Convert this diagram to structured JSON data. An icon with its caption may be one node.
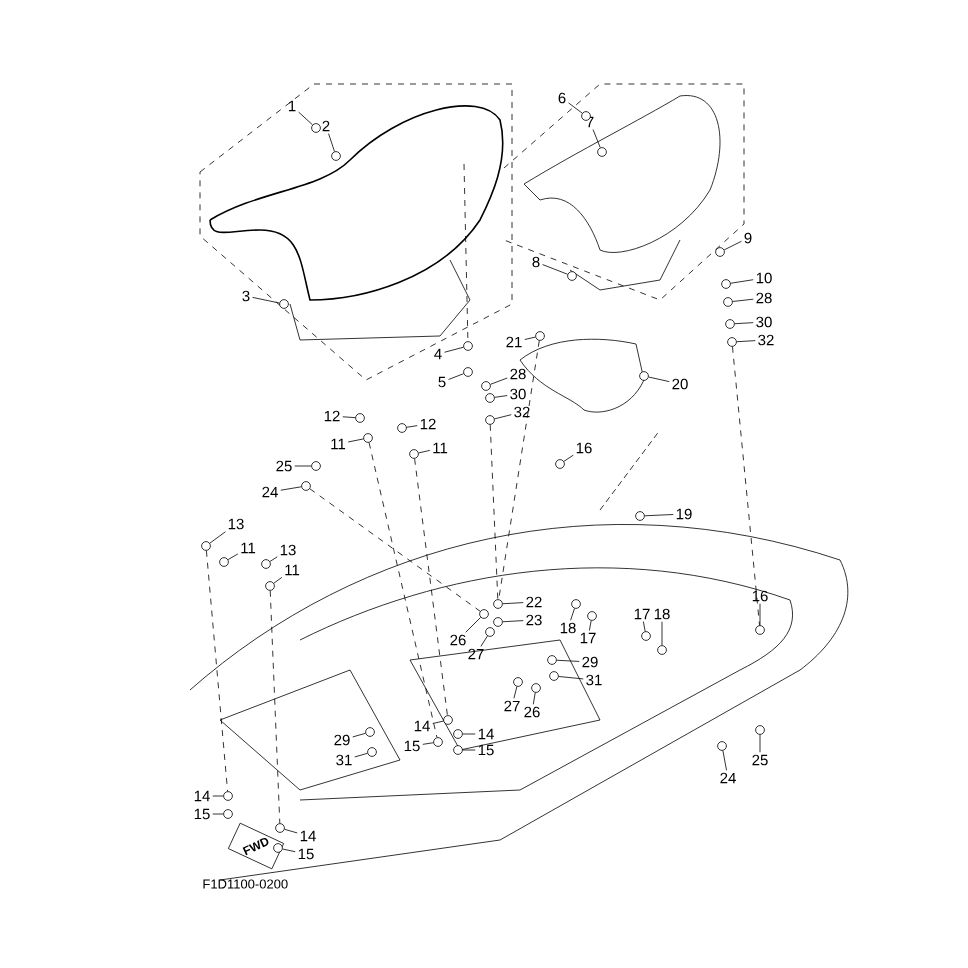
{
  "diagram": {
    "nodes": [
      {
        "text": [
          "1"
        ]
      },
      {
        "text": [
          "2"
        ]
      },
      {
        "text": [
          "3"
        ]
      },
      {
        "text": [
          "4"
        ]
      },
      {
        "text": [
          "5"
        ]
      },
      {
        "text": [
          "28"
        ]
      },
      {
        "text": [
          "30"
        ]
      },
      {
        "text": [
          "32"
        ]
      },
      {
        "text": [
          "6"
        ]
      },
      {
        "text": [
          "7"
        ]
      },
      {
        "text": [
          "8"
        ]
      },
      {
        "text": [
          "9"
        ]
      },
      {
        "text": [
          "10"
        ]
      },
      {
        "text": [
          "28"
        ]
      },
      {
        "text": [
          "30"
        ]
      },
      {
        "text": [
          "32"
        ]
      },
      {
        "text": [
          "21"
        ]
      },
      {
        "text": [
          "20"
        ]
      },
      {
        "text": [
          "12"
        ]
      },
      {
        "text": [
          "11"
        ]
      },
      {
        "text": [
          "12"
        ]
      },
      {
        "text": [
          "11"
        ]
      },
      {
        "text": [
          "25"
        ]
      },
      {
        "text": [
          "24"
        ]
      },
      {
        "text": [
          "16"
        ]
      },
      {
        "text": [
          "13"
        ]
      },
      {
        "text": [
          "11"
        ]
      },
      {
        "text": [
          "13"
        ]
      },
      {
        "text": [
          "11"
        ]
      },
      {
        "text": [
          "19"
        ]
      },
      {
        "text": [
          "22"
        ]
      },
      {
        "text": [
          "23"
        ]
      },
      {
        "text": [
          "26"
        ]
      },
      {
        "text": [
          "27"
        ]
      },
      {
        "text": [
          "18"
        ]
      },
      {
        "text": [
          "17"
        ]
      },
      {
        "text": [
          "17"
        ]
      },
      {
        "text": [
          "18"
        ]
      },
      {
        "text": [
          "16"
        ]
      },
      {
        "text": [
          "29"
        ]
      },
      {
        "text": [
          "31"
        ]
      },
      {
        "text": [
          "27"
        ]
      },
      {
        "text": [
          "26"
        ]
      },
      {
        "text": [
          "14"
        ]
      },
      {
        "text": [
          "15"
        ]
      },
      {
        "text": [
          "14"
        ]
      },
      {
        "text": [
          "15"
        ]
      },
      {
        "text": [
          "29"
        ]
      },
      {
        "text": [
          "31"
        ]
      },
      {
        "text": [
          "14"
        ]
      },
      {
        "text": [
          "15"
        ]
      },
      {
        "text": [
          "14"
        ]
      },
      {
        "text": [
          "15"
        ]
      },
      {
        "text": [
          "25"
        ]
      },
      {
        "text": [
          "24"
        ]
      },
      {
        "text": [],
        "shape": "circle"
      },
      {
        "text": [],
        "shape": "circle"
      },
      {
        "text": [],
        "shape": "circle"
      },
      {
        "text": [],
        "shape": "circle"
      },
      {
        "text": [],
        "shape": "circle"
      },
      {
        "text": [],
        "shape": "circle"
      },
      {
        "text": [],
        "shape": "circle"
      },
      {
        "text": [],
        "shape": "circle"
      },
      {
        "text": [],
        "shape": "circle"
      },
      {
        "text": [],
        "shape": "circle"
      },
      {
        "text": [],
        "shape": "circle"
      },
      {
        "text": [],
        "shape": "circle"
      },
      {
        "text": [],
        "shape": "circle"
      },
      {
        "text": [],
        "shape": "circle"
      },
      {
        "text": [],
        "shape": "circle"
      },
      {
        "text": [],
        "shape": "circle"
      },
      {
        "text": [],
        "shape": "circle"
      },
      {
        "text": [],
        "shape": "circle"
      },
      {
        "text": [],
        "shape": "circle"
      },
      {
        "text": [],
        "shape": "circle"
      },
      {
        "text": [],
        "shape": "circle"
      },
      {
        "text": [],
        "shape": "circle"
      },
      {
        "text": [],
        "shape": "circle"
      },
      {
        "text": [],
        "shape": "circle"
      },
      {
        "text": [],
        "shape": "circle"
      },
      {
        "text": [],
        "shape": "circle"
      },
      {
        "text": [],
        "shape": "circle"
      },
      {
        "text": [],
        "shape": "circle"
      },
      {
        "text": [],
        "shape": "circle"
      },
      {
        "text": [],
        "shape": "circle"
      },
      {
        "text": [],
        "shape": "circle"
      },
      {
        "text": [],
        "shape": "circle"
      },
      {
        "text": [],
        "shape": "circle"
      },
      {
        "text": [],
        "shape": "circle"
      },
      {
        "text": [],
        "shape": "circle"
      },
      {
        "text": [],
        "shape": "circle"
      },
      {
        "text": [],
        "shape": "circle"
      },
      {
        "text": [],
        "shape": "circle"
      },
      {
        "text": [],
        "shape": "circle"
      },
      {
        "text": [],
        "shape": "circle"
      },
      {
        "text": [],
        "shape": "circle"
      },
      {
        "text": [],
        "shape": "circle"
      },
      {
        "text": [],
        "shape": "circle"
      },
      {
        "text": [],
        "shape": "circle"
      },
      {
        "text": [],
        "shape": "circle"
      },
      {
        "text": [],
        "shape": "circle"
      },
      {
        "text": [],
        "shape": "circle"
      },
      {
        "text": [],
        "shape": "circle"
      },
      {
        "text": [],
        "shape": "circle"
      },
      {
        "text": [],
        "shape": "circle"
      },
      {
        "text": [],
        "shape": "circle"
      },
      {
        "text": [],
        "shape": "circle"
      },
      {
        "text": [],
        "shape": "circle"
      },
      {
        "text": [],
        "shape": "circle"
      },
      {
        "text": [],
        "shape": "circle"
      }
    ],
    "edges": [
      {
        "from": 0,
        "to": 55,
        "arrow": "none"
      },
      {
        "from": 1,
        "to": 56,
        "arrow": "none"
      },
      {
        "from": 2,
        "to": 57,
        "arrow": "none"
      },
      {
        "from": 3,
        "to": 58,
        "arrow": "none"
      },
      {
        "from": 4,
        "to": 59,
        "arrow": "none"
      },
      {
        "from": 5,
        "to": 60,
        "arrow": "none"
      },
      {
        "from": 6,
        "to": 61,
        "arrow": "none"
      },
      {
        "from": 7,
        "to": 62,
        "arrow": "none"
      },
      {
        "from": 8,
        "to": 63,
        "arrow": "none"
      },
      {
        "from": 9,
        "to": 64,
        "arrow": "none"
      },
      {
        "from": 10,
        "to": 65,
        "arrow": "none"
      },
      {
        "from": 11,
        "to": 66,
        "arrow": "none"
      },
      {
        "from": 12,
        "to": 67,
        "arrow": "none"
      },
      {
        "from": 13,
        "to": 68,
        "arrow": "none"
      },
      {
        "from": 14,
        "to": 69,
        "arrow": "none"
      },
      {
        "from": 15,
        "to": 70,
        "arrow": "none"
      },
      {
        "from": 16,
        "to": 71,
        "arrow": "none"
      },
      {
        "from": 17,
        "to": 72,
        "arrow": "none"
      },
      {
        "from": 18,
        "to": 73,
        "arrow": "none"
      },
      {
        "from": 19,
        "to": 74,
        "arrow": "none"
      },
      {
        "from": 20,
        "to": 75,
        "arrow": "none"
      },
      {
        "from": 21,
        "to": 76,
        "arrow": "none"
      },
      {
        "from": 22,
        "to": 77,
        "arrow": "none"
      },
      {
        "from": 23,
        "to": 78,
        "arrow": "none"
      },
      {
        "from": 24,
        "to": 79,
        "arrow": "none"
      },
      {
        "from": 25,
        "to": 80,
        "arrow": "none"
      },
      {
        "from": 26,
        "to": 81,
        "arrow": "none"
      },
      {
        "from": 27,
        "to": 82,
        "arrow": "none"
      },
      {
        "from": 28,
        "to": 83,
        "arrow": "none"
      },
      {
        "from": 29,
        "to": 84,
        "arrow": "none"
      },
      {
        "from": 30,
        "to": 85,
        "arrow": "none"
      },
      {
        "from": 31,
        "to": 86,
        "arrow": "none"
      },
      {
        "from": 32,
        "to": 87,
        "arrow": "none"
      },
      {
        "from": 33,
        "to": 88,
        "arrow": "none"
      },
      {
        "from": 34,
        "to": 89,
        "arrow": "none"
      },
      {
        "from": 35,
        "to": 90,
        "arrow": "none"
      },
      {
        "from": 36,
        "to": 91,
        "arrow": "none"
      },
      {
        "from": 37,
        "to": 92,
        "arrow": "none"
      },
      {
        "from": 38,
        "to": 93,
        "arrow": "none"
      },
      {
        "from": 39,
        "to": 94,
        "arrow": "none"
      },
      {
        "from": 40,
        "to": 95,
        "arrow": "none"
      },
      {
        "from": 41,
        "to": 96,
        "arrow": "none"
      },
      {
        "from": 42,
        "to": 97,
        "arrow": "none"
      },
      {
        "from": 43,
        "to": 98,
        "arrow": "none"
      },
      {
        "from": 44,
        "to": 99,
        "arrow": "none"
      },
      {
        "from": 45,
        "to": 100,
        "arrow": "none"
      },
      {
        "from": 46,
        "to": 101,
        "arrow": "none"
      },
      {
        "from": 47,
        "to": 102,
        "arrow": "none"
      },
      {
        "from": 48,
        "to": 103,
        "arrow": "none"
      },
      {
        "from": 49,
        "to": 104,
        "arrow": "none"
      },
      {
        "from": 50,
        "to": 105,
        "arrow": "none"
      },
      {
        "from": 51,
        "to": 106,
        "arrow": "none"
      },
      {
        "from": 52,
        "to": 107,
        "arrow": "none"
      },
      {
        "from": 53,
        "to": 108,
        "arrow": "none"
      },
      {
        "from": 54,
        "to": 109,
        "arrow": "none"
      },
      {
        "from": null,
        "to": 58,
        "arrow": "none",
        "style": "dashed"
      },
      {
        "from": 62,
        "to": 85,
        "arrow": "none",
        "style": "dashed"
      },
      {
        "from": 70,
        "to": 93,
        "arrow": "none",
        "style": "dashed"
      },
      {
        "from": 71,
        "to": 85,
        "arrow": "none",
        "style": "dashed"
      },
      {
        "from": 74,
        "to": 101,
        "arrow": "none",
        "style": "dashed"
      },
      {
        "from": 76,
        "to": 100,
        "arrow": "none",
        "style": "dashed"
      },
      {
        "from": 80,
        "to": 104,
        "arrow": "none",
        "style": "dashed"
      },
      {
        "from": 83,
        "to": 106,
        "arrow": "none",
        "style": "dashed"
      },
      {
        "from": 78,
        "to": 87,
        "arrow": "none",
        "style": "dashed"
      }
    ],
    "labels": [
      "FWD",
      "F1D1100-0200"
    ]
  }
}
